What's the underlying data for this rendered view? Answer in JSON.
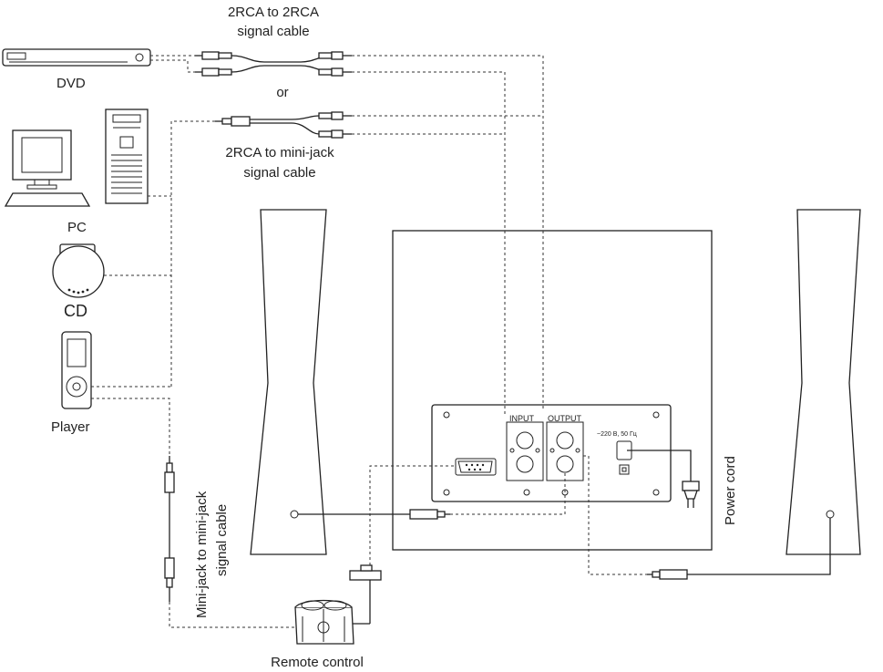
{
  "labels": {
    "cable_2rca_line1": "2RCA to 2RCA",
    "cable_2rca_line2": "signal cable",
    "or": "or",
    "cable_minijack_line1": "2RCA to mini-jack",
    "cable_minijack_line2": "signal cable",
    "dvd": "DVD",
    "pc": "PC",
    "cd": "CD",
    "player": "Player",
    "vertical_cable_line1": "Mini-jack to mini-jack",
    "vertical_cable_line2": "signal cable",
    "input": "INPUT",
    "output": "OUTPUT",
    "power_spec": "~220 В, 50 Гц",
    "power_cord": "Power cord",
    "remote_control": "Remote control"
  }
}
